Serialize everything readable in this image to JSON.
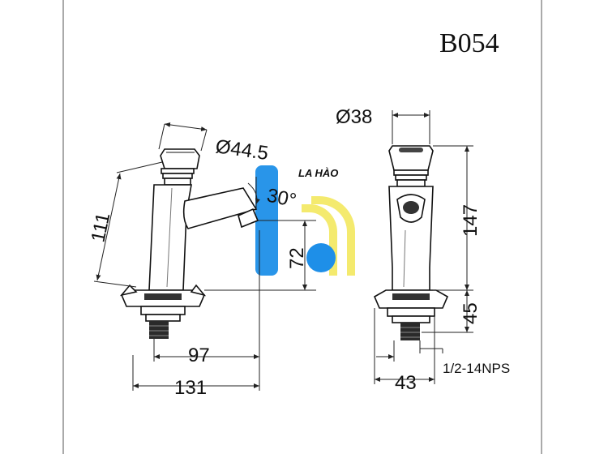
{
  "drawing": {
    "model_code": "B054",
    "watermark_text": "LA HÀO",
    "side_view": {
      "handle_diameter": "Ø44.5",
      "spout_angle": "30°",
      "height": "111",
      "spout_height": "72",
      "base_to_outlet": "97",
      "total_depth": "131"
    },
    "front_view": {
      "head_diameter": "Ø38",
      "height": "147",
      "shank_length": "45",
      "base_width": "43",
      "thread": "1/2-14NPS"
    },
    "colors": {
      "watermark_blue": "#1e8fe8",
      "watermark_yellow": "#f4ea6e"
    }
  }
}
